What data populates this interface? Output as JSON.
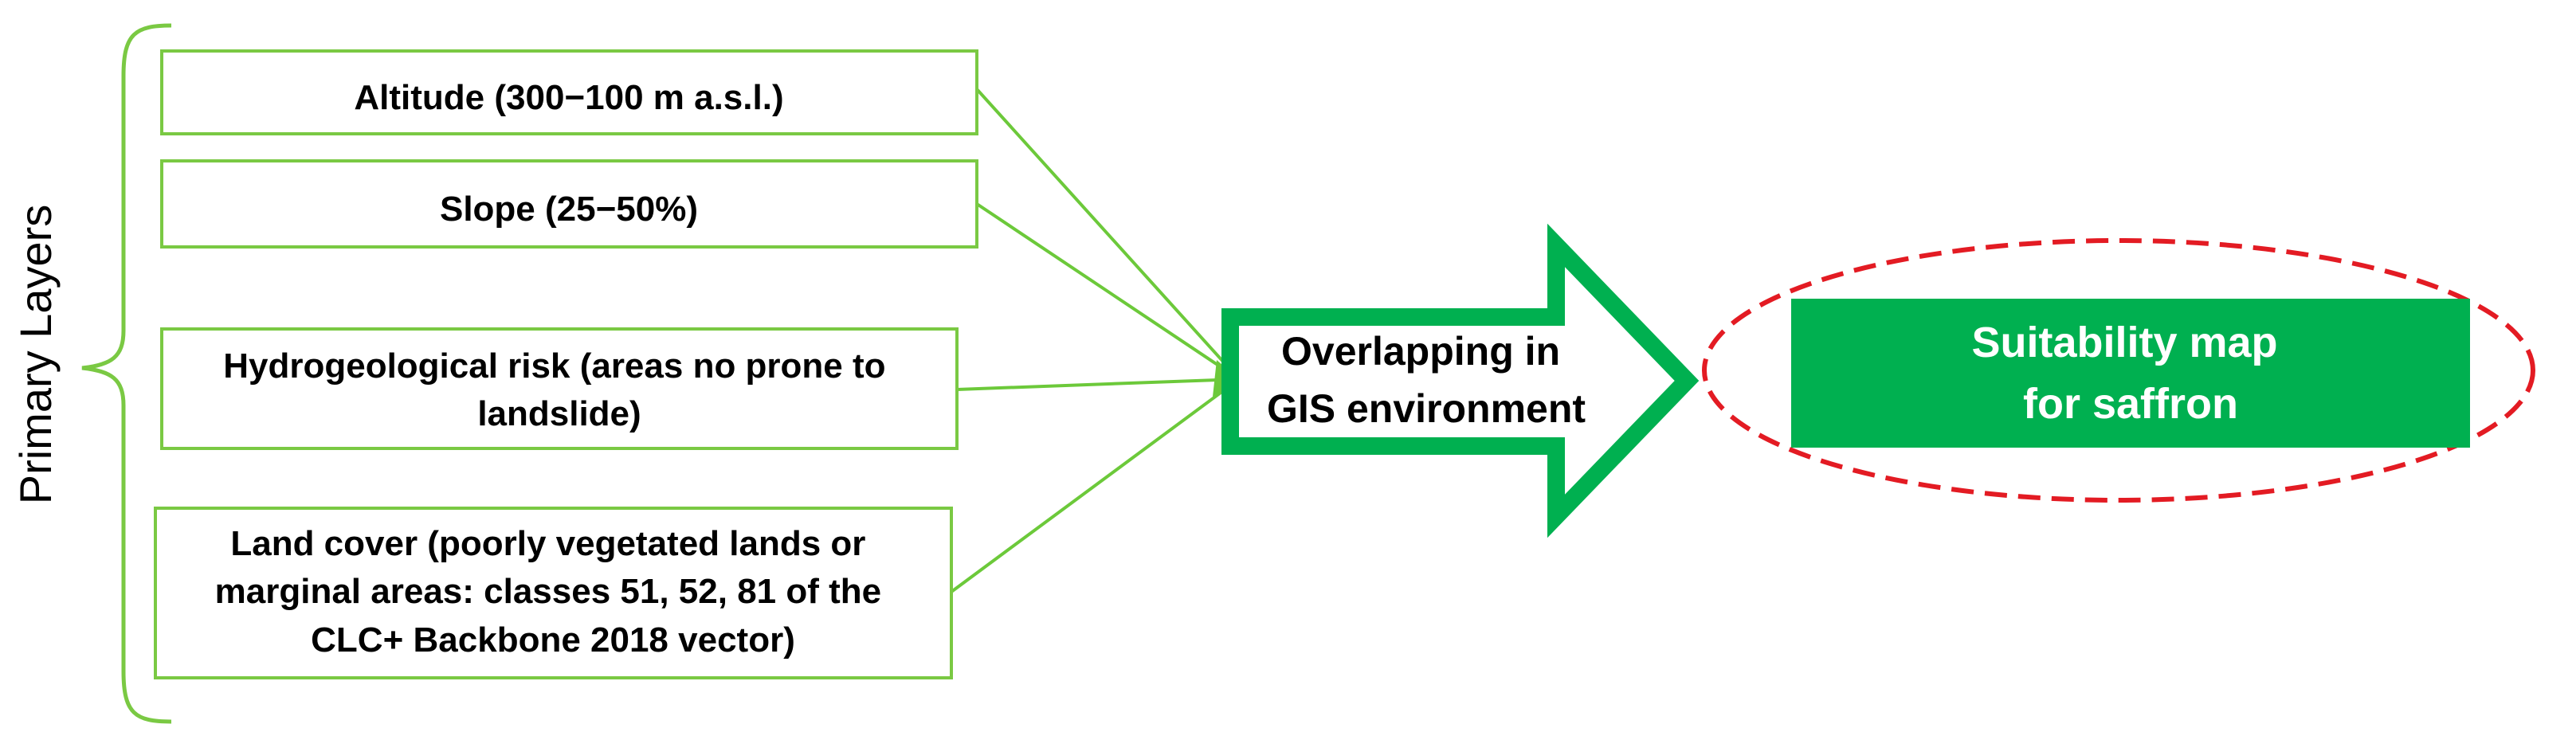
{
  "side_label": "Primary Layers",
  "layers": [
    {
      "lines": [
        "Altitude (300−100 m a.s.l.)"
      ]
    },
    {
      "lines": [
        "Slope (25−50%)"
      ]
    },
    {
      "lines": [
        "Hydrogeological risk (areas no prone to",
        "landslide)"
      ]
    },
    {
      "lines": [
        "Land cover (poorly vegetated lands or",
        "marginal areas: classes 51, 52, 81 of the",
        "CLC+ Backbone 2018 vector)"
      ]
    }
  ],
  "process": {
    "lines": [
      "Overlapping in",
      "GIS  environment"
    ]
  },
  "result": {
    "lines": [
      "Suitability map",
      "for saffron"
    ]
  },
  "colors": {
    "box_border": "#7ac943",
    "connector": "#6cc93a",
    "arrow_border": "#00b050",
    "result_fill": "#00b050",
    "ellipse_dash": "#e31b23",
    "text": "#000000",
    "result_text": "#ffffff"
  }
}
